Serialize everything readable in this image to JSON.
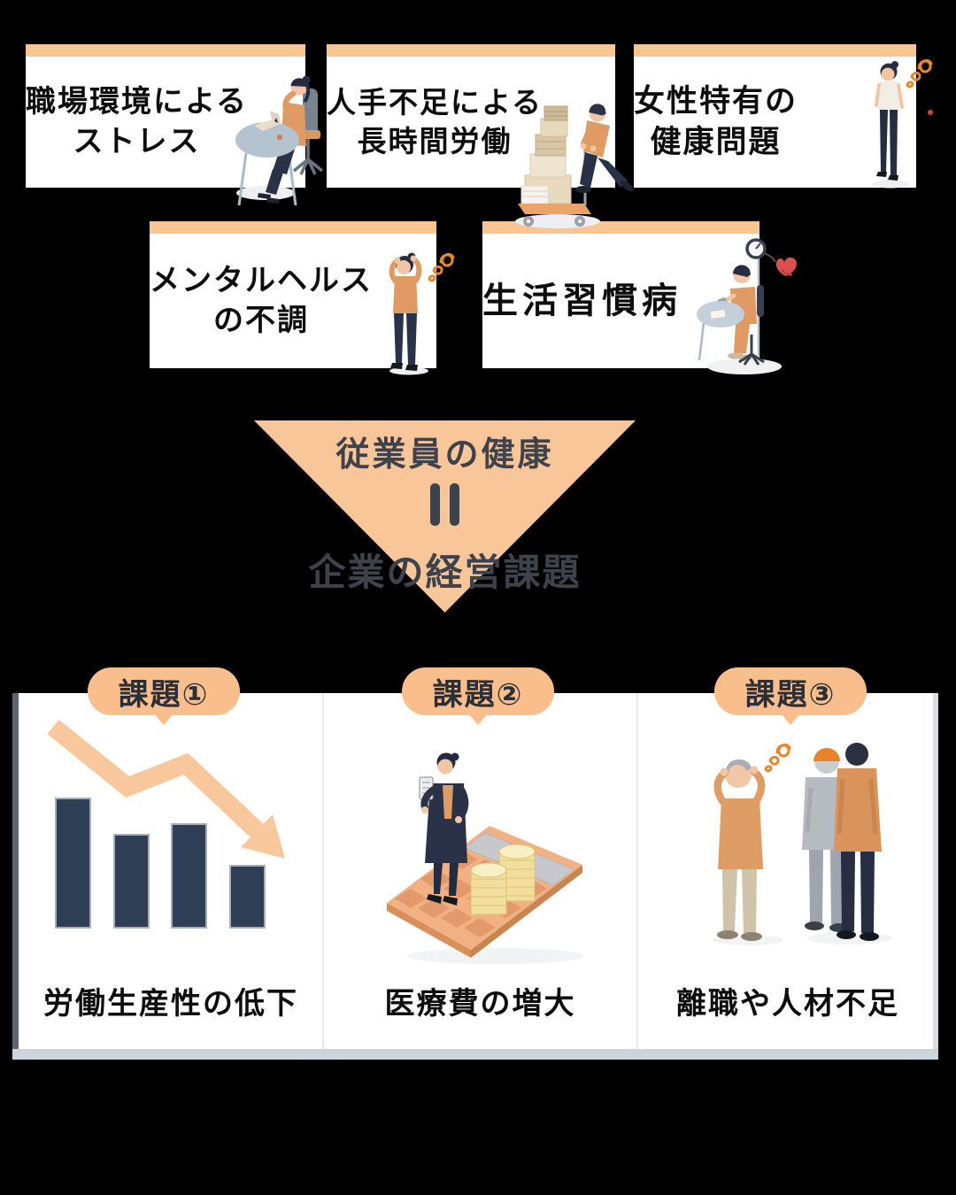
{
  "palette": {
    "background": "#000000",
    "card_white": "#FFFFFF",
    "accent_orange": "#FBC592",
    "badge_orange": "#F9BE8C",
    "funnel_orange": "#F9C69A",
    "arrow_orange": "#F8C79B",
    "bar_navy": "#2E3E54",
    "heading_text": "#0D0D0D",
    "funnel_text": "#3E434B",
    "panel_edge": "#CDD3DB",
    "panel_spine": "#5C6673",
    "squiggle_orange": "#E8872F",
    "skin": "#F2C6A4",
    "shirt_orange": "#E09A63",
    "dark_navy": "#2A3247"
  },
  "factor_cards": [
    {
      "title_line1": "職場環境による",
      "title_line2": "ストレス",
      "illustration": "woman-at-desk"
    },
    {
      "title_line1": "人手不足による",
      "title_line2": "長時間労働",
      "illustration": "man-pushing-cart"
    },
    {
      "title_line1": "女性特有の",
      "title_line2": "健康問題",
      "illustration": "standing-woman"
    },
    {
      "title_line1": "メンタルヘルス",
      "title_line2": "の不調",
      "illustration": "woman-holding-head"
    },
    {
      "title_line1": "生活習慣病",
      "title_line2": "",
      "illustration": "blood-pressure-check"
    }
  ],
  "funnel": {
    "top_label": "従業員の健康",
    "equals_symbol": "＝",
    "bottom_label": "企業の経営課題"
  },
  "issues": [
    {
      "badge": "課題①",
      "caption": "労働生産性の低下",
      "illustration": "declining-bar-chart"
    },
    {
      "badge": "課題②",
      "caption": "医療費の増大",
      "illustration": "woman-with-giant-calculator-and-coins"
    },
    {
      "badge": "課題③",
      "caption": "離職や人材不足",
      "illustration": "worried-and-leaving-workers"
    }
  ],
  "chart_data": {
    "type": "bar",
    "title": "",
    "description": "Decorative declining bar chart symbolizing falling labor productivity (課題① 労働生産性の低下)",
    "categories": [
      "1",
      "2",
      "3",
      "4"
    ],
    "values": [
      148,
      107,
      119,
      72
    ],
    "value_unit": "relative bar height, px",
    "xlabel": "",
    "ylabel": "",
    "axes": "none",
    "gridlines": "off",
    "legend": "none",
    "bar_color": "#2E3E54",
    "annotations": [
      {
        "type": "arrow",
        "style": "zigzag declining",
        "direction": "down-right",
        "color": "#F8C79B"
      }
    ]
  }
}
